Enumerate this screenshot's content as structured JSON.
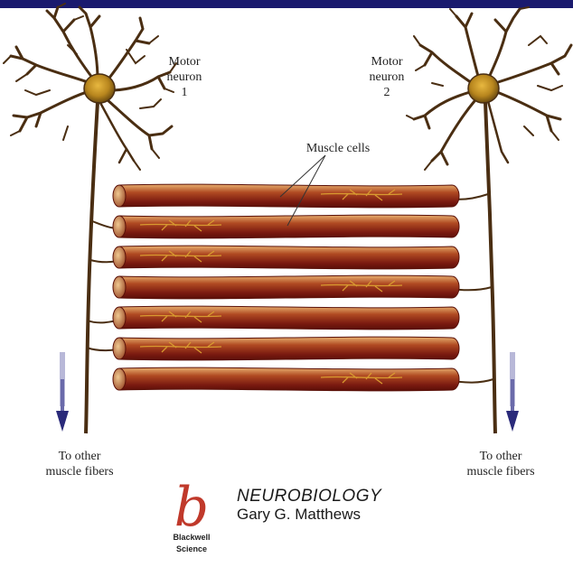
{
  "labels": {
    "motor_neuron_1": [
      "Motor",
      "neuron",
      "1"
    ],
    "motor_neuron_2": [
      "Motor",
      "neuron",
      "2"
    ],
    "muscle_cells": "Muscle cells",
    "other_fibers_left": [
      "To other",
      "muscle fibers"
    ],
    "other_fibers_right": [
      "To other",
      "muscle fibers"
    ]
  },
  "book": {
    "logo_letter": "b",
    "title": "NEUROBIOLOGY",
    "author": "Gary G. Matthews",
    "publisher": [
      "Blackwell",
      "Science"
    ]
  },
  "colors": {
    "header_bar": "#1a1a6e",
    "neuron": "#5a3a1a",
    "soma": "#b8861e",
    "muscle_dark": "#7a1a10",
    "muscle_light": "#e8b070",
    "arrow": "#2a2a7a",
    "logo": "#c0392b"
  },
  "muscle_fibers": [
    {
      "innervated_by": "Motor neuron 2"
    },
    {
      "innervated_by": "Motor neuron 1"
    },
    {
      "innervated_by": "Motor neuron 1"
    },
    {
      "innervated_by": "Motor neuron 2"
    },
    {
      "innervated_by": "Motor neuron 1"
    },
    {
      "innervated_by": "Motor neuron 1"
    },
    {
      "innervated_by": "Motor neuron 2"
    }
  ]
}
